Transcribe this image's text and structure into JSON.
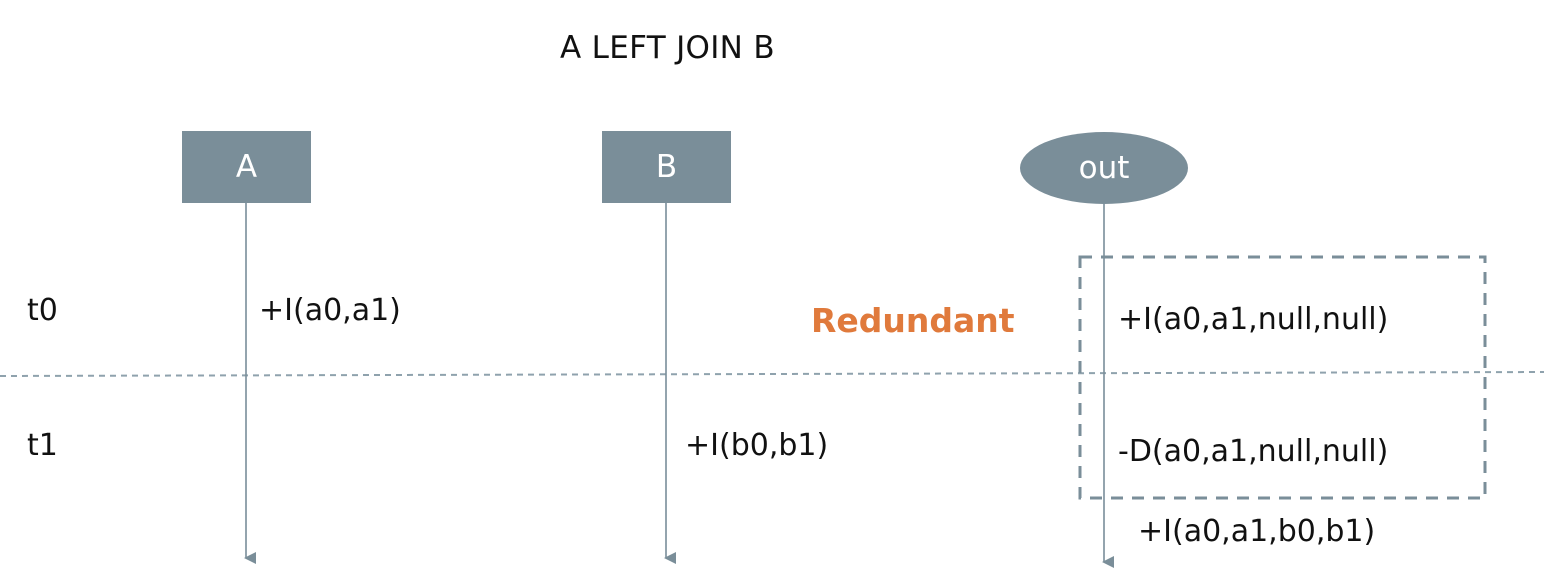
{
  "title": "A LEFT JOIN B",
  "nodes": {
    "a": "A",
    "b": "B",
    "out": "out"
  },
  "timeline": {
    "t0": "t0",
    "t1": "t1"
  },
  "events": {
    "a_t0": "+I(a0,a1)",
    "b_t1": "+I(b0,b1)",
    "out_t0": "+I(a0,a1,null,null)",
    "out_t1_delete": "-D(a0,a1,null,null)",
    "out_t1_insert": "+I(a0,a1,b0,b1)"
  },
  "annotation": {
    "redundant": "Redundant"
  },
  "colors": {
    "node_fill": "#7a8e99",
    "line": "#7a8e99",
    "divider": "#8fa2ad",
    "box_border": "#7a8e99",
    "highlight": "#e07a3c"
  }
}
